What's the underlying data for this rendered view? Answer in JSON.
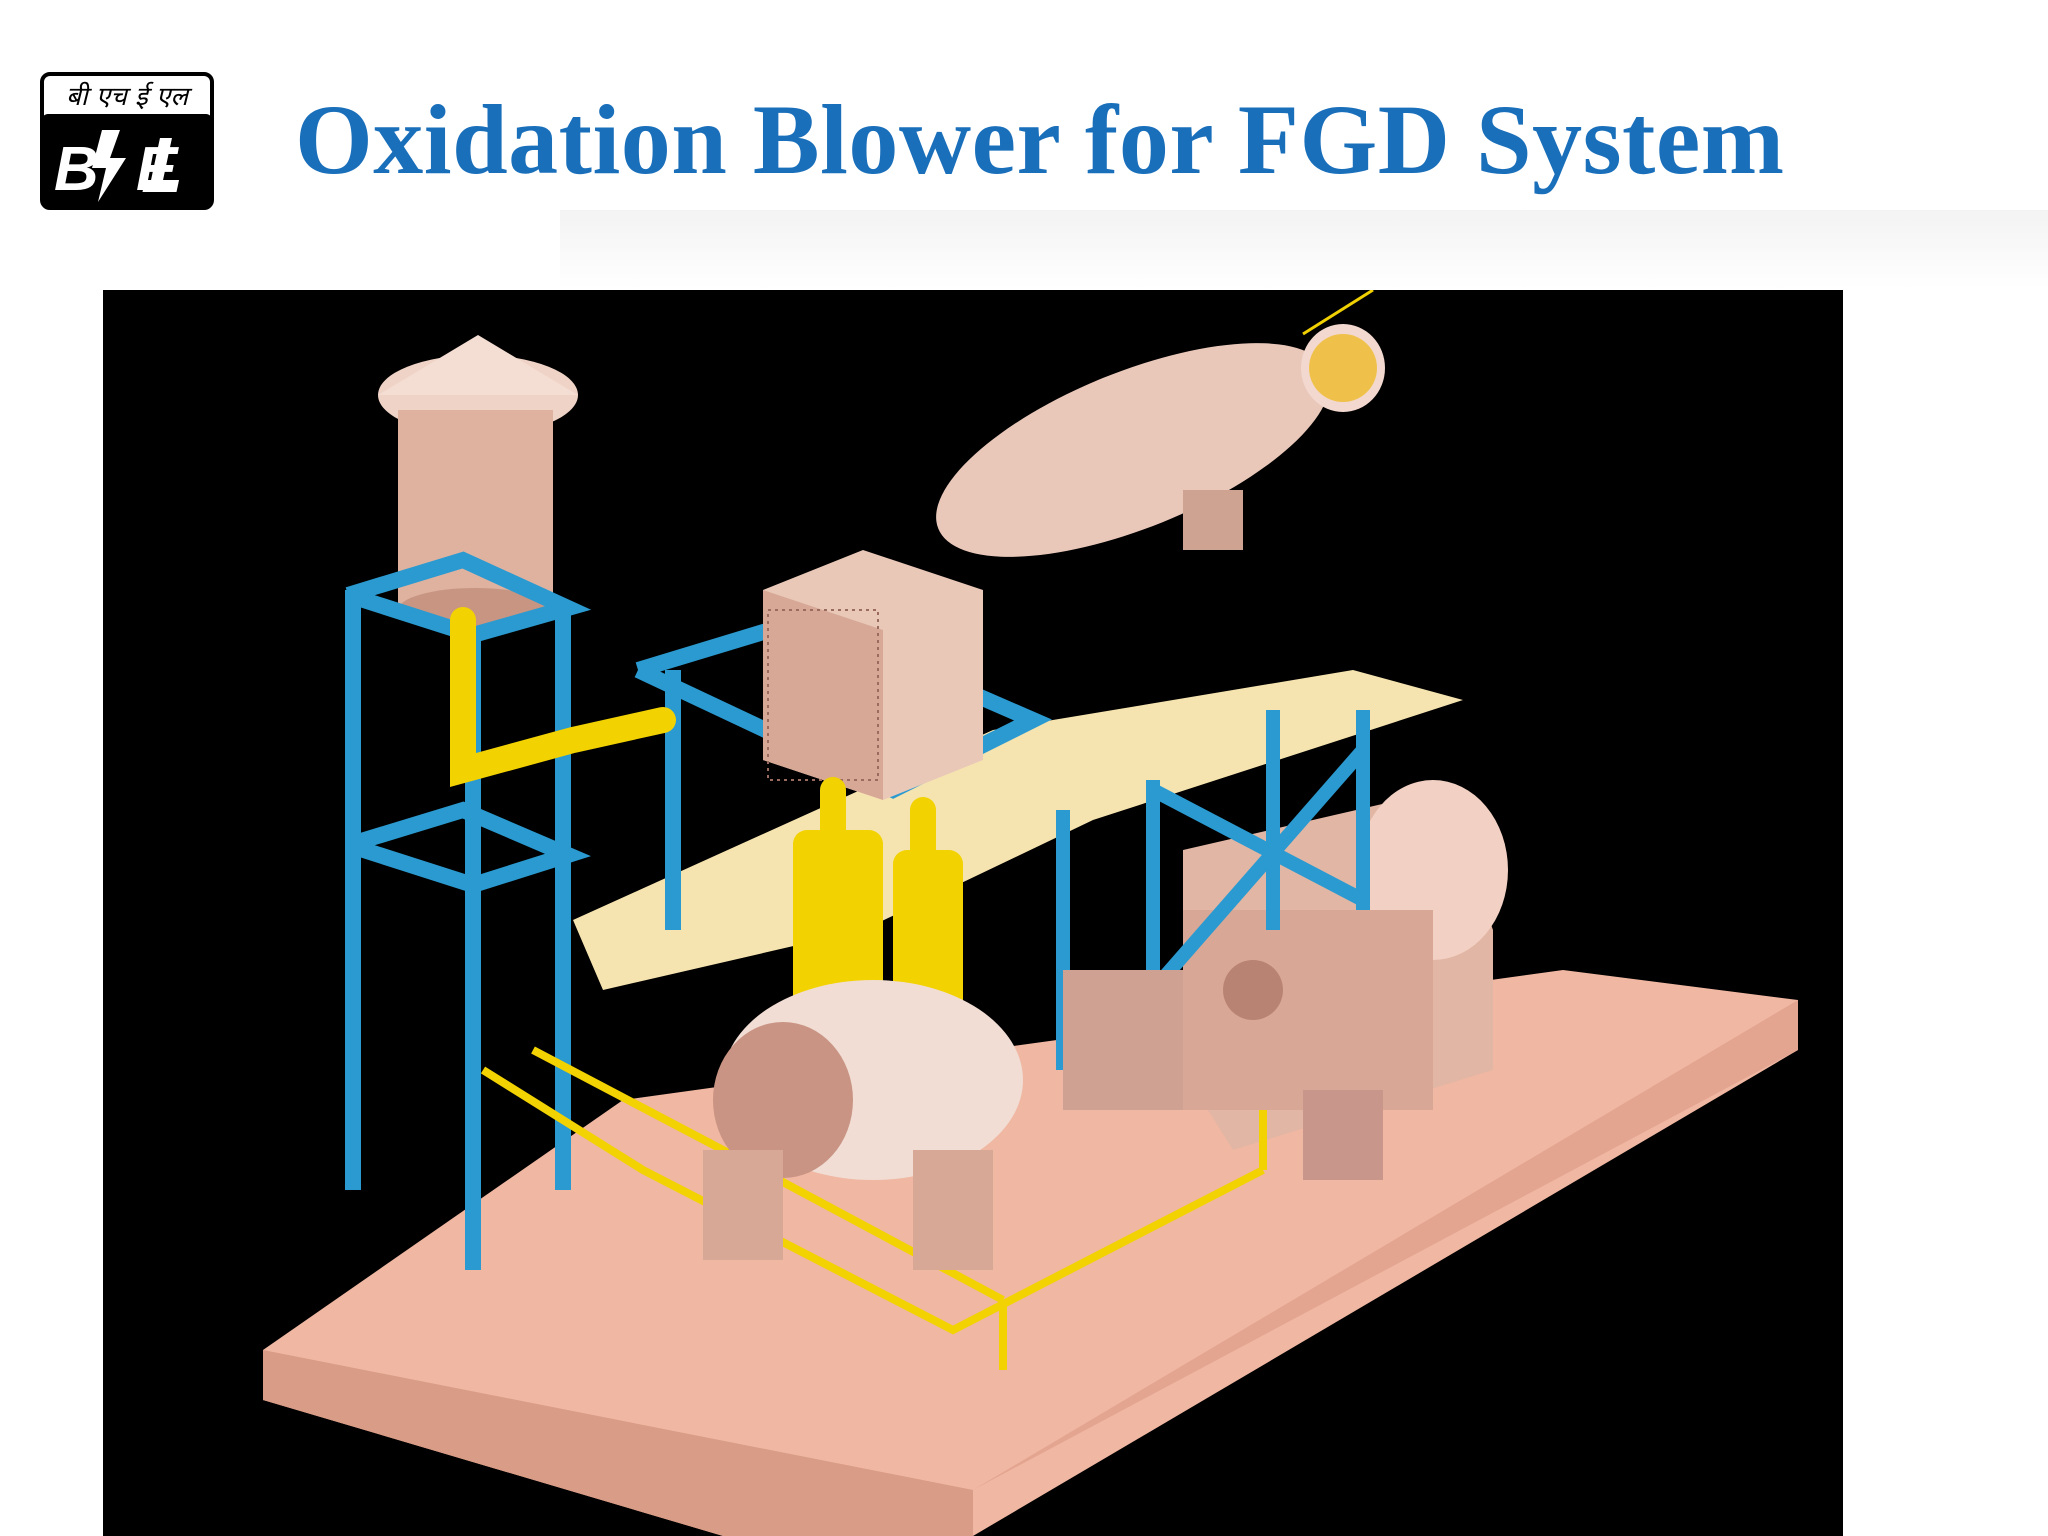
{
  "slide": {
    "title": "Oxidation Blower for FGD System"
  },
  "logo": {
    "hindi_text": "बी एच ई एल",
    "latin_text": "BHEL"
  },
  "illustration": {
    "subject": "oxidation-blower-skid-3d-model"
  },
  "colors": {
    "title": "#1a6fbb",
    "background": "#ffffff",
    "render_background": "#000000",
    "base_plate": "#f0b7a2",
    "steel_frame": "#2a9ad0",
    "piping": "#f2d200",
    "equipment": "#e7c2b2"
  }
}
